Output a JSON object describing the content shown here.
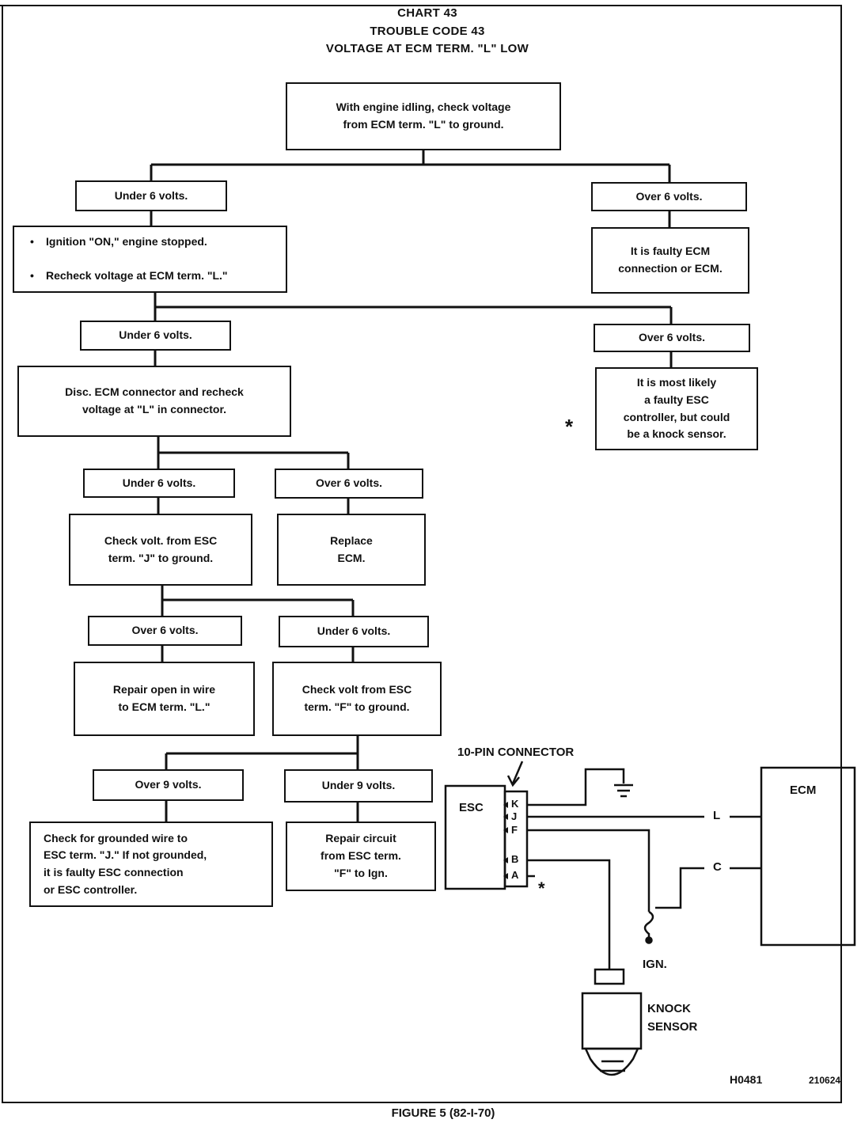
{
  "header": {
    "line1": "CHART 43",
    "line2": "TROUBLE CODE 43",
    "line3": "VOLTAGE AT ECM TERM. \"L\" LOW"
  },
  "flow": {
    "start": "With engine idling, check voltage\nfrom ECM term. \"L\" to ground.",
    "under6_a": "Under 6 volts.",
    "over6_a": "Over 6 volts.",
    "ign_on_items": [
      "Ignition \"ON,\" engine stopped.",
      "Recheck voltage at ECM term. \"L.\""
    ],
    "faulty_ecm": "It is faulty ECM\nconnection or ECM.",
    "under6_b": "Under 6 volts.",
    "over6_b": "Over 6 volts.",
    "disc_ecm": "Disc. ECM connector and recheck\nvoltage at \"L\" in connector.",
    "most_likely": "It is most likely\na faulty ESC\ncontroller, but could\nbe a knock sensor.",
    "under6_c": "Under 6 volts.",
    "over6_c": "Over 6 volts.",
    "check_j": "Check volt. from ESC\nterm. \"J\" to ground.",
    "replace_ecm": "Replace\nECM.",
    "over6_d": "Over 6 volts.",
    "under6_d": "Under 6 volts.",
    "repair_open": "Repair open in wire\nto ECM term. \"L.\"",
    "check_f": "Check volt from ESC\nterm. \"F\" to ground.",
    "over9": "Over 9 volts.",
    "under9": "Under 9 volts.",
    "grounded_j": "Check for grounded wire to\nESC term. \"J.\"  If not grounded,\nit is faulty ESC connection\nor ESC controller.",
    "repair_circuit": "Repair circuit\nfrom ESC term.\n\"F\" to Ign."
  },
  "wiring": {
    "connector_label": "10-PIN CONNECTOR",
    "esc": "ESC",
    "ecm": "ECM",
    "pins": [
      "K",
      "J",
      "F",
      "B",
      "A"
    ],
    "wire_l": "L",
    "wire_c": "C",
    "ign": "IGN.",
    "knock_line1": "KNOCK",
    "knock_line2": "SENSOR",
    "asterisk": "*"
  },
  "codes": {
    "part": "H0481",
    "number": "210624"
  },
  "caption": "FIGURE 5 (82-I-70)"
}
